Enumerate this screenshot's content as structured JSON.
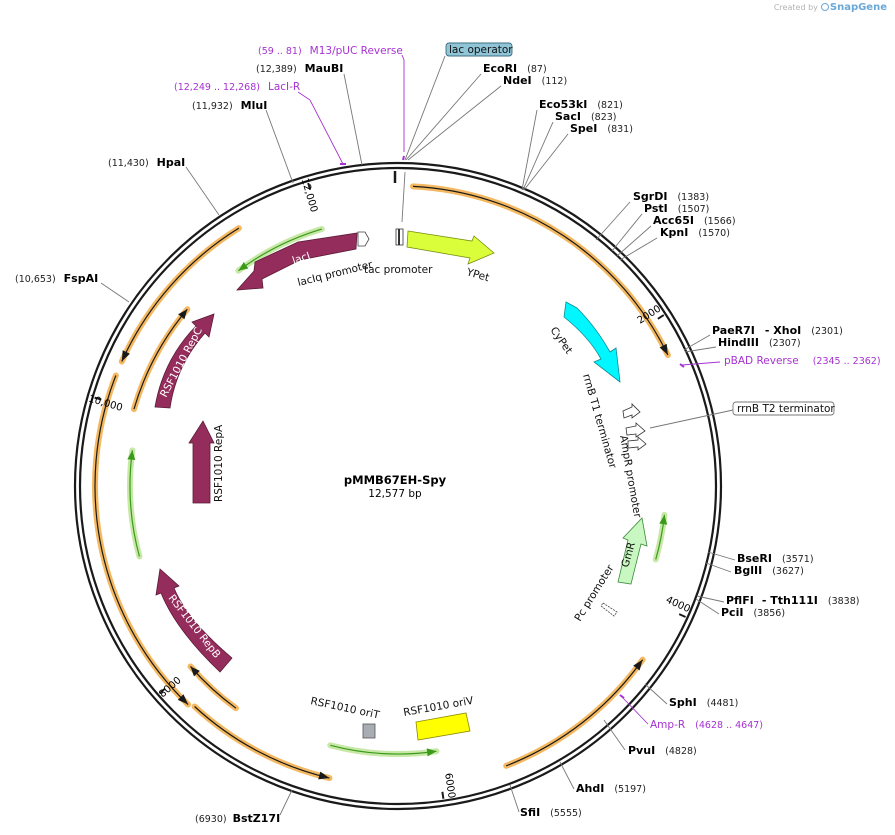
{
  "brand": {
    "created_by": "Created by",
    "name": "SnapGene"
  },
  "plasmid": {
    "name": "pMMB67EH-Spy",
    "size_label": "12,577 bp",
    "length": 12577
  },
  "ticks": [
    {
      "bp": 2000,
      "label": "2000"
    },
    {
      "bp": 4000,
      "label": "4000"
    },
    {
      "bp": 6000,
      "label": "6000"
    },
    {
      "bp": 8000,
      "label": "8000"
    },
    {
      "bp": 10000,
      "label": "10,000"
    },
    {
      "bp": 12000,
      "label": "12,000"
    }
  ],
  "sites": [
    {
      "name": "EcoRI",
      "pos": "(87)",
      "bp": 87
    },
    {
      "name": "NdeI",
      "pos": "(112)",
      "bp": 112
    },
    {
      "name": "Eco53kI",
      "pos": "(821)",
      "bp": 821
    },
    {
      "name": "SacI",
      "pos": "(823)",
      "bp": 823
    },
    {
      "name": "SpeI",
      "pos": "(831)",
      "bp": 831
    },
    {
      "name": "SgrDI",
      "pos": "(1383)",
      "bp": 1383
    },
    {
      "name": "PstI",
      "pos": "(1507)",
      "bp": 1507
    },
    {
      "name": "Acc65I",
      "pos": "(1566)",
      "bp": 1566
    },
    {
      "name": "KpnI",
      "pos": "(1570)",
      "bp": 1570
    },
    {
      "name": "PaeR7I",
      "extra": "- XhoI",
      "pos": "(2301)",
      "bp": 2301
    },
    {
      "name": "HindIII",
      "pos": "(2307)",
      "bp": 2307
    },
    {
      "name": "BseRI",
      "pos": "(3571)",
      "bp": 3571
    },
    {
      "name": "BglII",
      "pos": "(3627)",
      "bp": 3627
    },
    {
      "name": "PflFI",
      "extra": "- Tth111I",
      "pos": "(3838)",
      "bp": 3838
    },
    {
      "name": "PciI",
      "pos": "(3856)",
      "bp": 3856
    },
    {
      "name": "SphI",
      "pos": "(4481)",
      "bp": 4481
    },
    {
      "name": "PvuI",
      "pos": "(4828)",
      "bp": 4828
    },
    {
      "name": "AhdI",
      "pos": "(5197)",
      "bp": 5197
    },
    {
      "name": "SfiI",
      "pos": "(5555)",
      "bp": 5555
    },
    {
      "name": "BstZ17I",
      "pos": "(6930)",
      "bp": 6930
    },
    {
      "name": "FspAI",
      "pos": "(10,653)",
      "bp": 10653
    },
    {
      "name": "HpaI",
      "pos": "(11,430)",
      "bp": 11430
    },
    {
      "name": "MluI",
      "pos": "(11,932)",
      "bp": 11932
    },
    {
      "name": "MauBI",
      "pos": "(12,389)",
      "bp": 12389
    }
  ],
  "primers": [
    {
      "name": "M13/pUC Reverse",
      "range": "(59 .. 81)"
    },
    {
      "name": "LacI-R",
      "range": "(12,249 .. 12,268)"
    },
    {
      "name": "pBAD Reverse",
      "range": "(2345 .. 2362)"
    },
    {
      "name": "Amp-R",
      "range": "(4628 .. 4647)"
    }
  ],
  "boxed_labels": [
    {
      "name": "lac operator"
    },
    {
      "name": "rrnB T2 terminator"
    }
  ],
  "features": [
    {
      "name": "lacI",
      "color": "#952d5c"
    },
    {
      "name": "lacIq promoter",
      "color": "#ffffff"
    },
    {
      "name": "tac promoter",
      "color": "#ffffff"
    },
    {
      "name": "YPet",
      "color": "#daff3a"
    },
    {
      "name": "CyPet",
      "color": "#00f7ff"
    },
    {
      "name": "rrnB T1 terminator",
      "color": "#ffffff"
    },
    {
      "name": "AmpR promoter",
      "color": "#ffffff"
    },
    {
      "name": "GmR",
      "color": "#c9f7c2"
    },
    {
      "name": "Pc promoter",
      "color": "#ffffff"
    },
    {
      "name": "RSF1010 oriV",
      "color": "#ffff00"
    },
    {
      "name": "RSF1010 oriT",
      "color": "#a8adb3"
    },
    {
      "name": "RSF1010 RepB",
      "color": "#952d5c"
    },
    {
      "name": "RSF1010 RepA",
      "color": "#952d5c"
    },
    {
      "name": "RSF1010 RepC",
      "color": "#952d5c"
    }
  ],
  "colors": {
    "orf": "#f0a33a",
    "orf_green": "#3a9a1a",
    "primer": "#a632d1",
    "backbone": "#1a1a1a"
  }
}
